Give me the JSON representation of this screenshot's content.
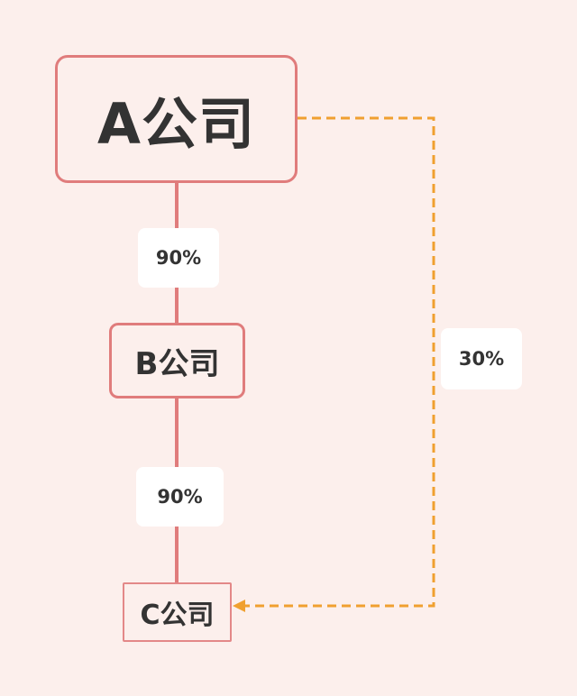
{
  "nodes": {
    "a": {
      "label": "A公司"
    },
    "b": {
      "label": "B公司"
    },
    "c": {
      "label": "C公司"
    }
  },
  "edges": [
    {
      "from": "A公司",
      "to": "B公司",
      "label": "90%",
      "style": "solid"
    },
    {
      "from": "B公司",
      "to": "C公司",
      "label": "90%",
      "style": "solid"
    },
    {
      "from": "A公司",
      "to": "C公司",
      "label": "30%",
      "style": "dashed-arrow"
    }
  ],
  "colors": {
    "background": "#fcefec",
    "node_border": "#e07c7c",
    "solid_line": "#e07c7c",
    "dashed_line": "#f0a030",
    "label_background": "#ffffff",
    "text": "#333333"
  }
}
